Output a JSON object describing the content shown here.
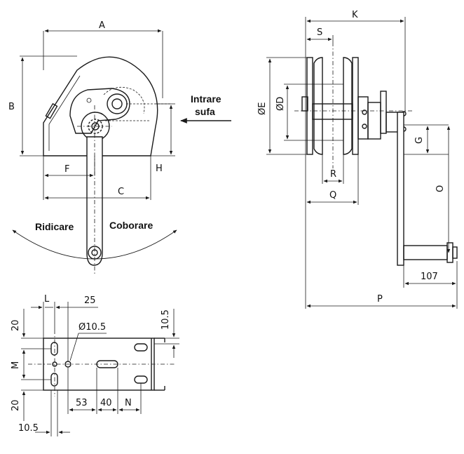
{
  "dimensions": {
    "A": "A",
    "B": "B",
    "C": "C",
    "F": "F",
    "H": "H",
    "K": "K",
    "S": "S",
    "E": "ØE",
    "D": "ØD",
    "G": "G",
    "R": "R",
    "Q": "Q",
    "O": "O",
    "P": "P",
    "handle_len": "107",
    "L": "L",
    "d25": "25",
    "hole": "Ø10.5",
    "d10_5_right": "10.5",
    "d20_top": "20",
    "M": "M",
    "d20_bottom": "20",
    "d10_5_bottom": "10.5",
    "d53": "53",
    "d40": "40",
    "N": "N"
  },
  "labels": {
    "rope_in_1": "Intrare",
    "rope_in_2": "sufa",
    "lift": "Ridicare",
    "lower": "Coborare"
  },
  "colors": {
    "line": "#1a1a1a",
    "background": "#ffffff"
  }
}
